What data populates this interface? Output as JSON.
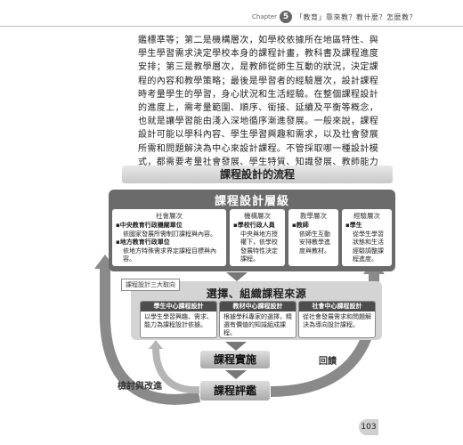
{
  "header": {
    "chapter_label": "Chapter",
    "chapter_number": "5",
    "chapter_title": "「教育」靠來教？教什麼？怎麼教？"
  },
  "paragraph": "鑑標準等；第二是機構層次，如學校依據所在地區特性、與學生學習需求決定學校本身的課程計畫，教科書及課程進度安排；第三是教學層次，是教師從師生互動的狀況，決定課程的內容和教學策略；最後是學習者的經驗層次，設計課程時考量學生的學習，身心狀況和生活經驗。在整個課程設計的進度上，需考量範圍、順序、銜接、延續及平衡等概念，也就是讓學習能由淺入深地循序漸進發展。一般來說，課程設計可能以學科內容、學生學習興趣和需求，以及社會發展所需和問題解決為中心來設計課程。不管採取哪一種設計模式，都需要考量社會發展、學生特質、知識發展、教師能力等因素，並經反覆修訂，評鑑，才能設計出最佳的課程。",
  "diagram": {
    "title": "課程設計的流程",
    "design_level": {
      "title": "課程設計層級",
      "social": {
        "title": "社會層次",
        "central_head": "中央教育行政機關單位",
        "central_text": "依國家發展所需制訂課程與內容。",
        "local_head": "地方教育行政單位",
        "local_text": "依地方特殊需求界定課程目標與內容。"
      },
      "institution": {
        "title": "機構層次",
        "head": "學校行政人員",
        "text": "中央與地方授權下，依學校發展特性決定課程。"
      },
      "teaching": {
        "title": "教學層次",
        "head": "教師",
        "text": "依師生互動安排教學進度與教材。"
      },
      "experience": {
        "title": "經驗層次",
        "head": "學生",
        "text": "從學生學習狀態和生活經驗調整課程進度。"
      }
    },
    "orientations_label": "課程設計三大取向",
    "select_organize": {
      "title": "選擇、組織課程來源",
      "cards": [
        {
          "head": "學生中心課程設計",
          "text": "以學生學習興趣、需求、能力為課程設計依據。"
        },
        {
          "head": "教材中心課程設計",
          "text": "根據學科專家的選擇，精選有價值的知識組成課程。"
        },
        {
          "head": "社會中心課程設計",
          "text": "從社會發展需求和問題解決為導向設計課程。"
        }
      ]
    },
    "implementation": "課程實施",
    "evaluation": "課程評鑑",
    "review_label": "檢討與改進",
    "feedback_label": "回饋"
  },
  "page_number": "103"
}
